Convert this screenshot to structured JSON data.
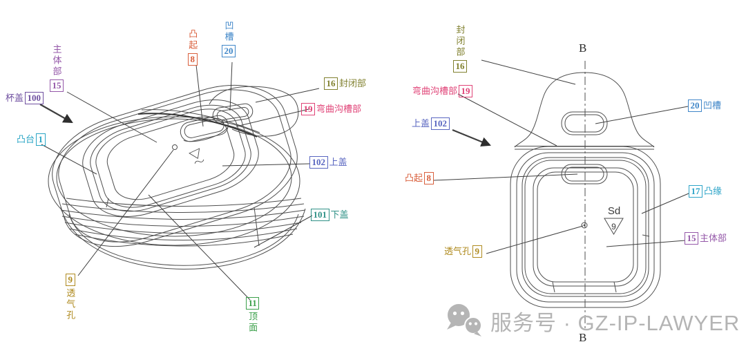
{
  "left_view": {
    "labels": [
      {
        "text": "主体部",
        "num": "15",
        "color": "#9457a8"
      },
      {
        "text": "凸起",
        "num": "8",
        "color": "#d95f3c"
      },
      {
        "text": "凹槽",
        "num": "20",
        "color": "#3f86c8"
      },
      {
        "text": "封闭部",
        "num": "16",
        "color": "#80802e"
      },
      {
        "text": "弯曲沟槽部",
        "num": "19",
        "color": "#e04377"
      },
      {
        "text": "杯盖",
        "num": "100",
        "color": "#6f4fa0"
      },
      {
        "text": "凸台",
        "num": "1",
        "color": "#29a5c5"
      },
      {
        "text": "上盖",
        "num": "102",
        "color": "#5865c0"
      },
      {
        "text": "下盖",
        "num": "101",
        "color": "#2f9186"
      },
      {
        "text": "透气孔",
        "num": "9",
        "color": "#af8a1e"
      },
      {
        "text": "顶面",
        "num": "11",
        "color": "#3ba04a"
      }
    ]
  },
  "right_view": {
    "labels": [
      {
        "text": "封闭部",
        "num": "16",
        "color": "#80802e"
      },
      {
        "text": "弯曲沟槽部",
        "num": "19",
        "color": "#e04377"
      },
      {
        "text": "凹槽",
        "num": "20",
        "color": "#3f86c8"
      },
      {
        "text": "上盖",
        "num": "102",
        "color": "#5865c0"
      },
      {
        "text": "凸起",
        "num": "8",
        "color": "#d95f3c"
      },
      {
        "text": "凸缘",
        "num": "17",
        "color": "#2da4c8"
      },
      {
        "text": "主体部",
        "num": "15",
        "color": "#9457a8"
      },
      {
        "text": "透气孔",
        "num": "9",
        "color": "#af8a1e"
      }
    ],
    "section_top": "B",
    "section_bottom": "B",
    "material_mark": {
      "text": "Sd",
      "recycle_code": "9"
    }
  },
  "watermark": {
    "icon": "wechat-icon",
    "text": "服务号 · GZ-IP-LAWYER",
    "color": "#b4b4b4"
  }
}
